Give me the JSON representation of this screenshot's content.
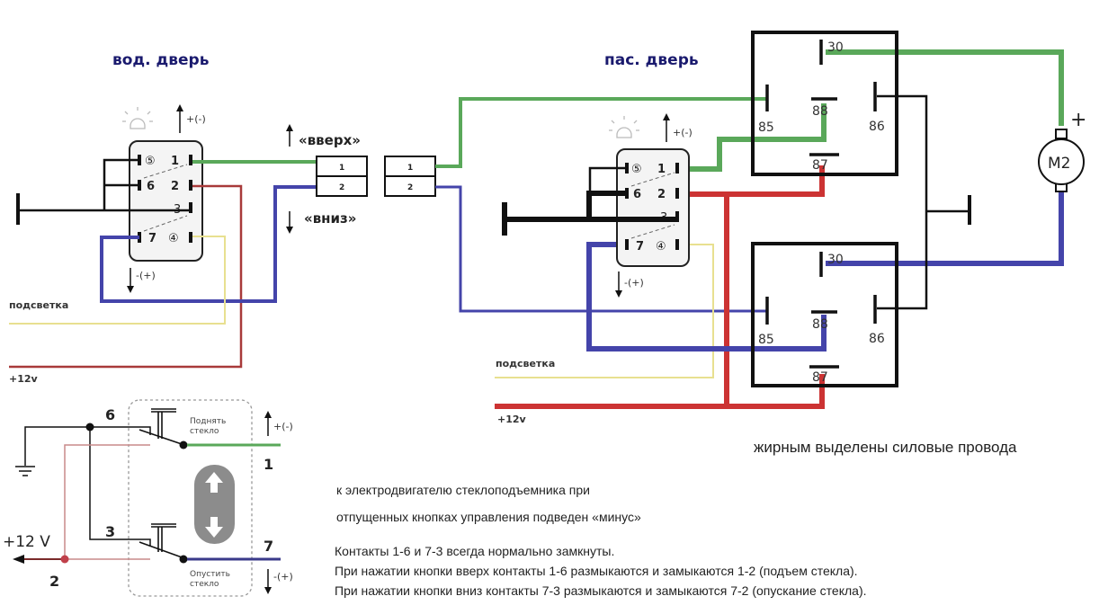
{
  "titles": {
    "driver_door": "вод. дверь",
    "passenger_door": "пас. дверь"
  },
  "switch": {
    "up_polarity": "+(-)",
    "down_polarity": "-(+)",
    "pins": [
      "⑤",
      "1",
      "6",
      "2",
      "3",
      "7",
      "④"
    ]
  },
  "connector": {
    "up_label": "«вверх»",
    "down_label": "«вниз»",
    "pin1": "1",
    "pin2": "2"
  },
  "wires": {
    "backlight": "подсветка",
    "plus12v": "+12v"
  },
  "relay": {
    "pins": {
      "p30": "30",
      "p85": "85",
      "p86": "86",
      "p87": "87",
      "p87a": "88"
    }
  },
  "motor": {
    "label": "M2",
    "plus": "+"
  },
  "schematic": {
    "pin6": "6",
    "pin3": "3",
    "pin1": "1",
    "pin7": "7",
    "pin2": "2",
    "supply": "+12 V",
    "raise_line1": "Поднять",
    "raise_line2": "стекло",
    "lower_line1": "Опустить",
    "lower_line2": "стекло",
    "up_polarity": "+(-)",
    "down_polarity": "-(+)"
  },
  "notes": {
    "power_wires": "жирным выделены силовые провода",
    "motor_line1": "к электродвигателю стеклоподъемника при",
    "motor_line2": "отпущенных кнопках управления подведен «минус»",
    "contacts_line1": "Контакты 1-6 и 7-3 всегда нормально замкнуты.",
    "contacts_line2": "При нажатии кнопки вверх контакты 1-6 размыкаются и замыкаются 1-2 (подъем стекла).",
    "contacts_line3": "При нажатии кнопки вниз контакты 7-3 размыкаются и замыкаются 7-2 (опускание стекла)."
  },
  "colors": {
    "up_wire": "#5aa85a",
    "down_wire": "#4444aa",
    "power_wire": "#cc3333",
    "backlight_wire": "#e8e090",
    "title": "#1a1a6e"
  }
}
